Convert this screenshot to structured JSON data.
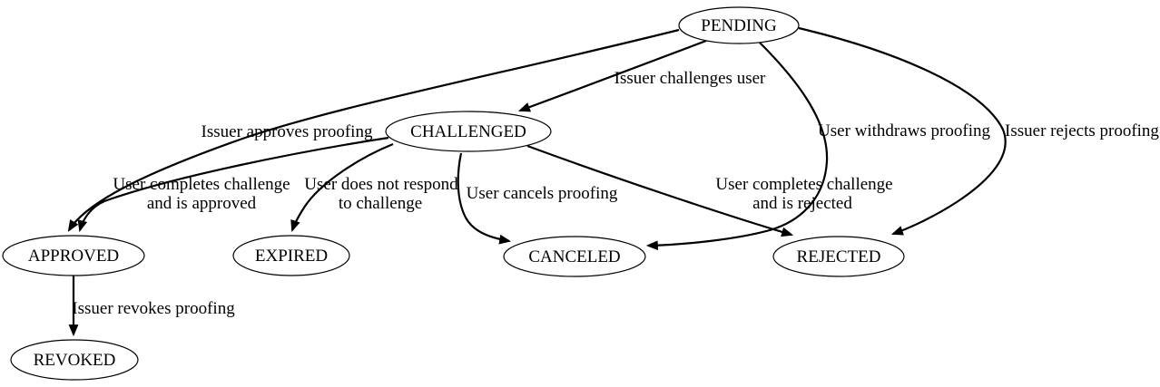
{
  "diagram": {
    "type": "state-transition-diagram",
    "background_color": "#ffffff",
    "line_color": "#000000",
    "text_color": "#000000",
    "nodes": {
      "pending": {
        "label": "PENDING"
      },
      "challenged": {
        "label": "CHALLENGED"
      },
      "approved": {
        "label": "APPROVED"
      },
      "expired": {
        "label": "EXPIRED"
      },
      "canceled": {
        "label": "CANCELED"
      },
      "rejected": {
        "label": "REJECTED"
      },
      "revoked": {
        "label": "REVOKED"
      }
    },
    "edges": {
      "pending_challenged": {
        "from": "PENDING",
        "to": "CHALLENGED",
        "label": "Issuer challenges user"
      },
      "pending_approved": {
        "from": "PENDING",
        "to": "APPROVED",
        "label": "Issuer approves proofing"
      },
      "pending_canceled": {
        "from": "PENDING",
        "to": "CANCELED",
        "label": "User withdraws proofing"
      },
      "pending_rejected": {
        "from": "PENDING",
        "to": "REJECTED",
        "label": "Issuer rejects proofing"
      },
      "challenged_approved": {
        "from": "CHALLENGED",
        "to": "APPROVED",
        "label_line1": "User completes challenge",
        "label_line2": "and is approved"
      },
      "challenged_expired": {
        "from": "CHALLENGED",
        "to": "EXPIRED",
        "label_line1": "User does not respond",
        "label_line2": "to challenge"
      },
      "challenged_canceled": {
        "from": "CHALLENGED",
        "to": "CANCELED",
        "label": "User cancels proofing"
      },
      "challenged_rejected": {
        "from": "CHALLENGED",
        "to": "REJECTED",
        "label_line1": "User completes challenge",
        "label_line2": "and is rejected"
      },
      "approved_revoked": {
        "from": "APPROVED",
        "to": "REVOKED",
        "label": "Issuer revokes proofing"
      }
    }
  }
}
